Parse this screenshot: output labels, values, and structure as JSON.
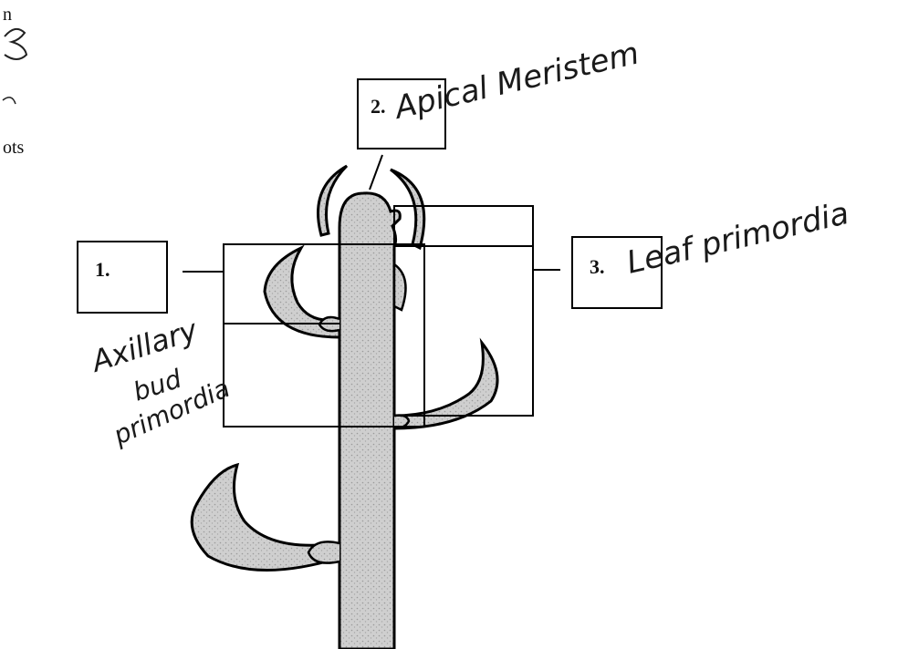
{
  "margin_fragments": [
    "n",
    "ots"
  ],
  "labels": [
    {
      "number": "1.",
      "handwritten": [
        "Axillary",
        "bud",
        "primordia"
      ]
    },
    {
      "number": "2.",
      "handwritten": [
        "Apical Meristem"
      ]
    },
    {
      "number": "3.",
      "handwritten": [
        "Leaf primordia"
      ]
    }
  ],
  "colors": {
    "tissue_fill": "#c9c9c9",
    "outline": "#000000",
    "ink": "#1a1a1a"
  }
}
